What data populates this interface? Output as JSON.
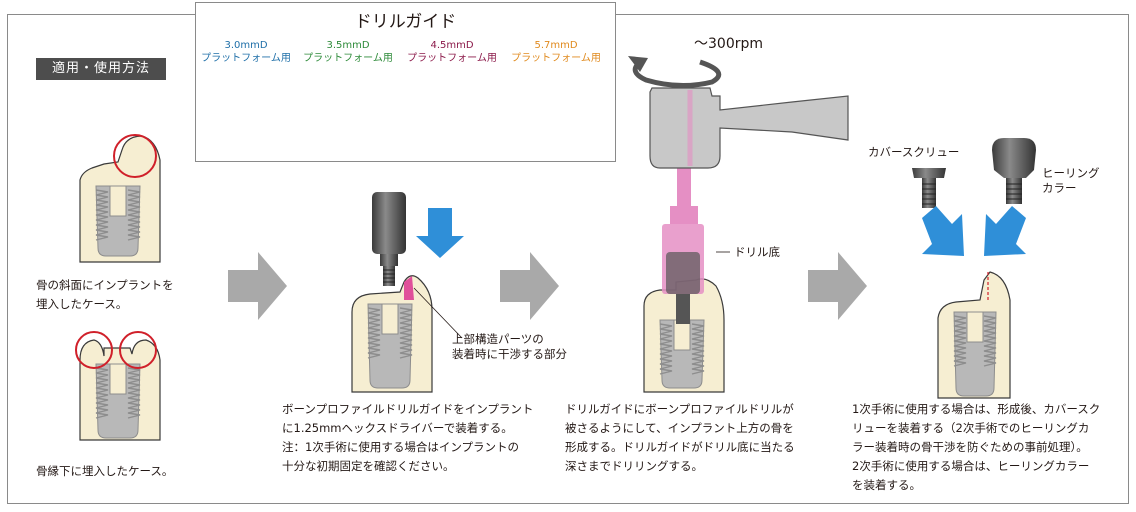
{
  "drill_guide": {
    "title": "ドリルガイド",
    "sizes": [
      {
        "size": "3.0mmD",
        "platform": "プラットフォーム用",
        "color": "#1f6fa8"
      },
      {
        "size": "3.5mmD",
        "platform": "プラットフォーム用",
        "color": "#2e8b3a"
      },
      {
        "size": "4.5mmD",
        "platform": "プラットフォーム用",
        "color": "#8b1a4a"
      },
      {
        "size": "5.7mmD",
        "platform": "プラットフォーム用",
        "color": "#e08a1e"
      }
    ]
  },
  "section_tag": "適用・使用方法",
  "case1": "骨の斜面にインプラントを\n埋入したケース。",
  "case2": "骨縁下に埋入したケース。",
  "interference_label": "上部構造パーツの\n装着時に干渉する部分",
  "step1_text": "ボーンプロファイルドリルガイドをインプラント\nに1.25mmヘックスドライバーで装着する。\n注：1次手術に使用する場合はインプラントの\n十分な初期固定を確認ください。",
  "rpm": "～300rpm",
  "drill_bottom_label": "ドリル底",
  "step2_text": "ドリルガイドにボーンプロファイルドリルが\n被さるようにして、インプラント上方の骨を\n形成する。ドリルガイドがドリル底に当たる\n深さまでドリリングする。",
  "cover_screw_label": "カバースクリュー",
  "healing_collar_label": "ヒーリング\nカラー",
  "step3_text": "1次手術に使用する場合は、形成後、カバースク\nリューを装着する（2次手術でのヒーリングカ\nラー装着時の骨干渉を防ぐための事前処理）。\n2次手術に使用する場合は、ヒーリングカラー\nを装着する。",
  "colors": {
    "bone": "#f6eed2",
    "implant": "#b5b5b5",
    "arrow_gray": "#a9a9a9",
    "blue": "#2f8fd8",
    "pink": "#e58fc4",
    "red_circle": "#d0202a",
    "tag_bg": "#4d4d4d"
  }
}
